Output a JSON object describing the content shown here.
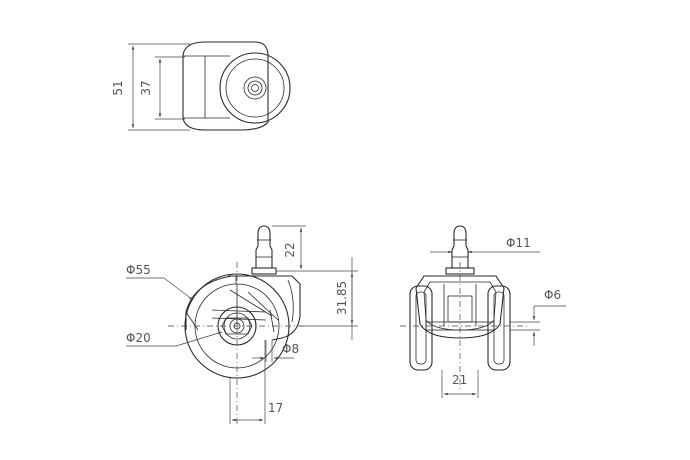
{
  "dimensions": {
    "top_height_overall": "51",
    "top_height_body": "37",
    "side_stem_height": "22",
    "side_body_height": "31.85",
    "side_wheel_dia": "Φ55",
    "side_hub_dia": "Φ20",
    "side_axle_dia": "Φ8",
    "side_offset": "17",
    "front_stem_dia": "Φ11",
    "front_axle_dia": "Φ6",
    "front_width": "21"
  }
}
